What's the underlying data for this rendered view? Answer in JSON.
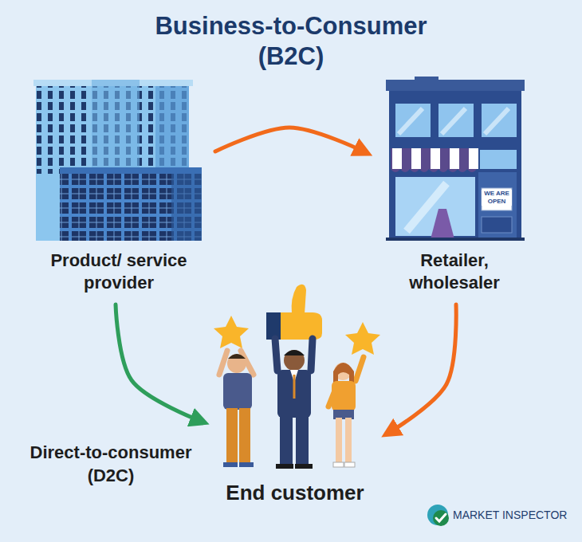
{
  "diagram": {
    "title": "Business-to-Consumer (B2C)",
    "nodes": [
      {
        "text": [
          "Product/ service provider"
        ]
      },
      {
        "text": [
          "Retailer, wholesaler"
        ]
      },
      {
        "text": [
          "End customer"
        ]
      }
    ],
    "edges": [
      {
        "from": 0,
        "to": 1,
        "arrow": "to"
      },
      {
        "from": 0,
        "to": 2,
        "arrow": "to",
        "label": "Direct-to-consumer (D2C)"
      },
      {
        "from": 1,
        "to": 2,
        "arrow": "to"
      }
    ],
    "labels": [
      "WE ARE OPEN",
      "MARKET INSPECTOR"
    ]
  }
}
